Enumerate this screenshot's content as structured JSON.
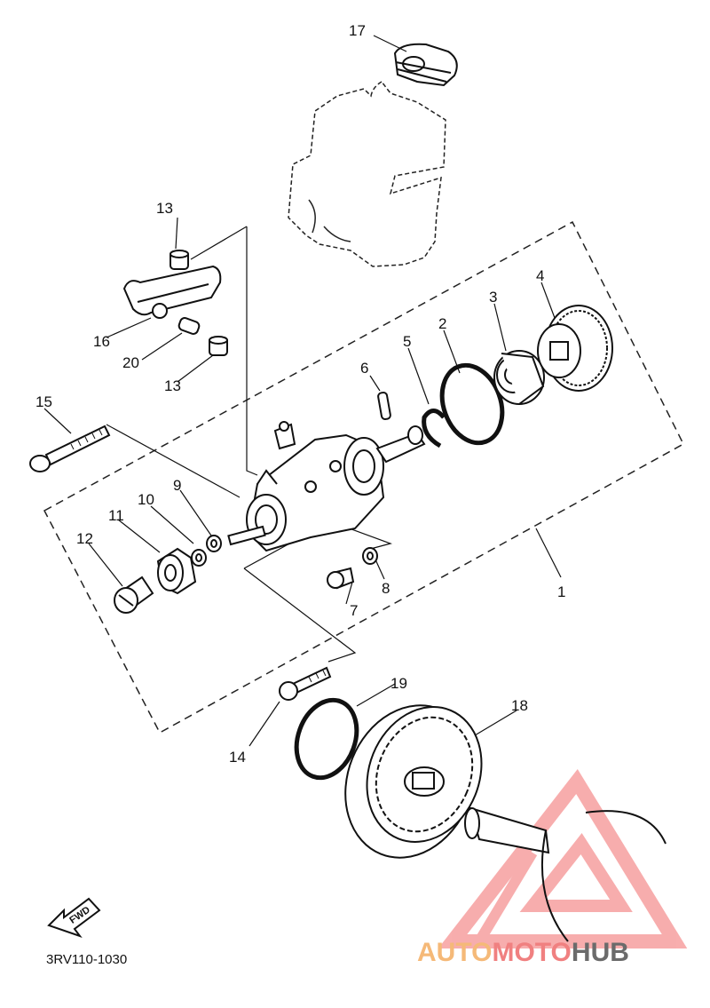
{
  "diagram": {
    "part_code": "3RV110-1030",
    "fwd_label": "FWD",
    "callouts": [
      "1",
      "2",
      "3",
      "4",
      "5",
      "6",
      "7",
      "8",
      "9",
      "10",
      "11",
      "12",
      "13",
      "13",
      "14",
      "15",
      "16",
      "17",
      "18",
      "19",
      "20"
    ]
  },
  "watermark": {
    "part1": "AUTO",
    "part2": "MOTO",
    "part3": "HUB",
    "colors": {
      "auto": "#f5b978",
      "moto": "#f08080",
      "hub": "#6b6b6b",
      "triangle": "#f26b6b"
    }
  }
}
